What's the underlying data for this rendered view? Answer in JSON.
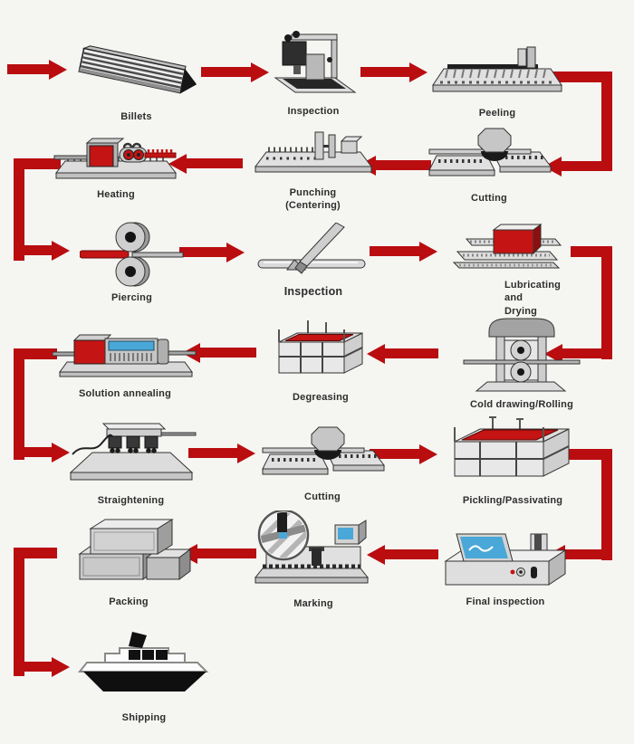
{
  "colors": {
    "arrow_red": "#b90d10",
    "accent_red": "#c41414",
    "accent_blue": "#4aa8d8",
    "bg": "#f5f5f2"
  },
  "steps": [
    {
      "id": "billets",
      "label": "Billets"
    },
    {
      "id": "inspection-1",
      "label": "Inspection"
    },
    {
      "id": "peeling",
      "label": "Peeling"
    },
    {
      "id": "cutting-1",
      "label": "Cutting"
    },
    {
      "id": "punching-centering",
      "label": "Punching\n(Centering)"
    },
    {
      "id": "heating",
      "label": "Heating"
    },
    {
      "id": "piercing",
      "label": "Piercing"
    },
    {
      "id": "inspection-2",
      "label": "Inspection"
    },
    {
      "id": "lubricating-drying",
      "label": "Lubricating and\nDrying"
    },
    {
      "id": "cold-drawing-rolling",
      "label": "Cold drawing/Rolling"
    },
    {
      "id": "degreasing",
      "label": "Degreasing"
    },
    {
      "id": "solution-annealing",
      "label": "Solution annealing"
    },
    {
      "id": "straightening",
      "label": "Straightening"
    },
    {
      "id": "cutting-2",
      "label": "Cutting"
    },
    {
      "id": "pickling-passivating",
      "label": "Pickling/Passivating"
    },
    {
      "id": "final-inspection",
      "label": "Final inspection"
    },
    {
      "id": "marking",
      "label": "Marking"
    },
    {
      "id": "packing",
      "label": "Packing"
    },
    {
      "id": "shipping",
      "label": "Shipping"
    }
  ],
  "flow_order": [
    "billets",
    "inspection-1",
    "peeling",
    "cutting-1",
    "punching-centering",
    "heating",
    "piercing",
    "inspection-2",
    "lubricating-drying",
    "cold-drawing-rolling",
    "degreasing",
    "solution-annealing",
    "straightening",
    "cutting-2",
    "pickling-passivating",
    "final-inspection",
    "marking",
    "packing",
    "shipping"
  ]
}
